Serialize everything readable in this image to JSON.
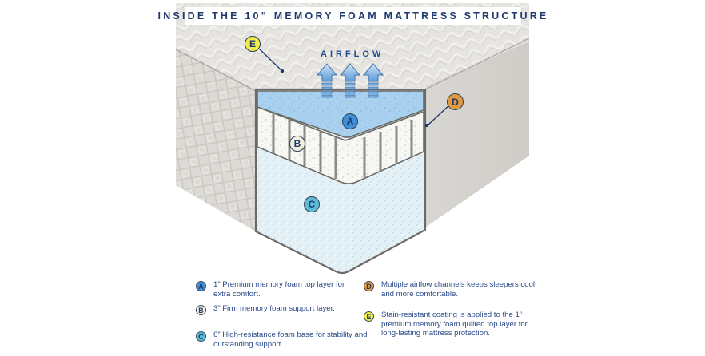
{
  "title": "INSIDE THE 10” MEMORY FOAM MATTRESS STRUCTURE",
  "airflow_label": "AIRFLOW",
  "colors": {
    "title_text": "#1f3a6e",
    "legend_text": "#2a4a8a",
    "badge_A": "#3f8fd6",
    "badge_B": "#f3efe0",
    "badge_C": "#5fbcd6",
    "badge_D": "#e39a3c",
    "badge_E": "#f0ec4a",
    "layer_A": "#a9d1ef",
    "layer_B": "#f7f7f4",
    "layer_C": "#e4f1f6",
    "mattress_fabric": "#d8d6d2",
    "arrow": "#6fa9dc"
  },
  "diagram_badges": {
    "A": "A",
    "B": "B",
    "C": "C",
    "D": "D",
    "E": "E"
  },
  "legend": {
    "left": [
      {
        "letter": "A",
        "text": "1” Premium memory foam top layer for extra comfort."
      },
      {
        "letter": "B",
        "text": "3” Firm memory foam support layer."
      },
      {
        "letter": "C",
        "text": "6” High-resistance foam base for stability and outstanding support."
      }
    ],
    "right": [
      {
        "letter": "D",
        "text": "Multiple airflow channels keeps sleepers cool and more comfortable."
      },
      {
        "letter": "E",
        "text": "Stain-resistant coating is applied to the 1” premium memory foam quilted top layer for long-lasting mattress protection."
      }
    ]
  }
}
